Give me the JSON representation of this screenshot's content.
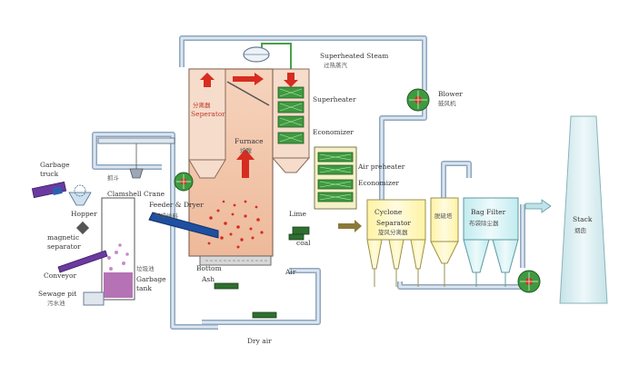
{
  "labels": {
    "superheated_steam": "Superheated Steam",
    "superheated_steam_cn": "过热蒸汽",
    "blower": "Blower",
    "blower_cn": "鼓风机",
    "superheater": "Superheater",
    "economizer_top": "Economizer",
    "separator_cn": "分离器",
    "separator": "Seperator",
    "furnace": "Furnace",
    "furnace_cn": "炉膛",
    "garbage_truck": "Garbage\ntruck",
    "clamshell_cn": "抓斗",
    "clamshell": "Clamshell Crane",
    "feeder": "Feeder & Dryer",
    "feeder_cn": "干燥给料",
    "hopper": "Hopper",
    "magnetic": "magnetic\nseparator",
    "conveyor": "Conveyor",
    "garbage_tank_cn": "垃圾池",
    "garbage_tank": "Garbage\ntank",
    "sewage": "Sewage pit",
    "sewage_cn": "污水池",
    "air_preheater": "Air preheater",
    "economizer_mid": "Economizer",
    "lime": "Lime",
    "coal": "coal",
    "bottom": "Bottom",
    "ash": "Ash",
    "air": "Air",
    "dry_air": "Dry air",
    "cyclone": "Cyclone",
    "cyclone_sep": "Separator",
    "cyclone_cn": "旋风分离器",
    "desulf_cn": "脱硫塔",
    "bag_filter": "Bag Filter",
    "bag_filter_cn": "布袋除尘器",
    "stack": "Stack",
    "stack_cn": "烟囱"
  },
  "colors": {
    "pipe": "#c9d8e8",
    "pipe_edge": "#7f95ad",
    "furnace": "#f2c9ad",
    "arrow_red": "#d62d20",
    "green_hx": "#3f9a3f",
    "yellow": "#fff6b5",
    "cyan": "#cdeff2",
    "chimney": "#d8ecef"
  }
}
